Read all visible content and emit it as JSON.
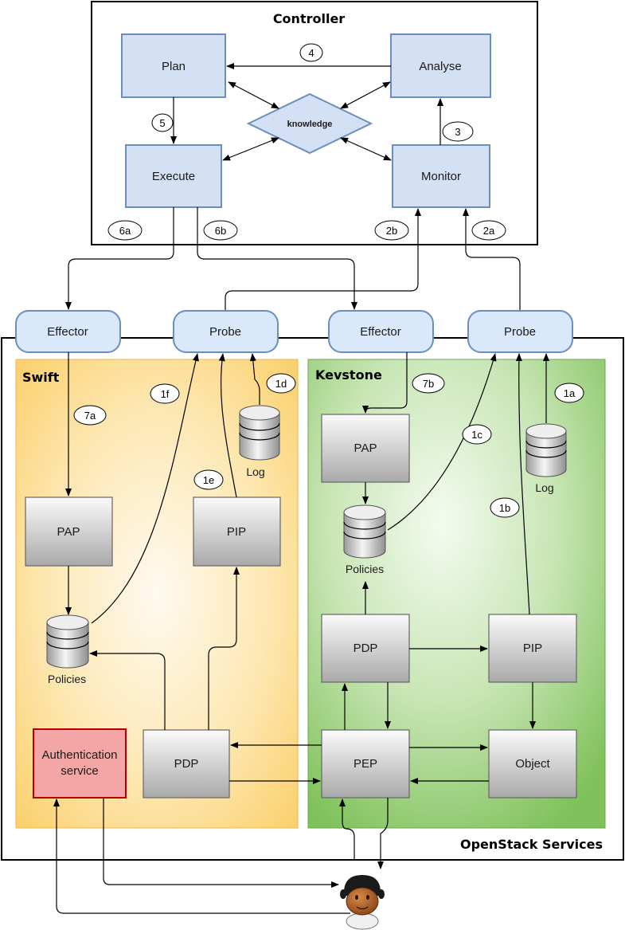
{
  "controller": {
    "title": "Controller",
    "plan": "Plan",
    "analyse": "Analyse",
    "execute": "Execute",
    "monitor": "Monitor",
    "knowledge": "knowledge"
  },
  "services": {
    "title": "OpenStack Services",
    "swift_title": "Swift",
    "keystone_title": "Kevstone"
  },
  "pills": {
    "effector_left": "Effector",
    "probe_left": "Probe",
    "effector_right": "Effector",
    "probe_right": "Probe"
  },
  "swift": {
    "pap": "PAP",
    "pip": "PIP",
    "pdp": "PDP",
    "policies": "Policies",
    "log": "Log",
    "auth_line1": "Authentication",
    "auth_line2": "service"
  },
  "keystone": {
    "pap": "PAP",
    "pip": "PIP",
    "pdp": "PDP",
    "pep": "PEP",
    "object": "Object",
    "policies": "Policies",
    "log": "Log"
  },
  "numbers": {
    "n1a": "1a",
    "n1b": "1b",
    "n1c": "1c",
    "n1d": "1d",
    "n1e": "1e",
    "n1f": "1f",
    "n2a": "2a",
    "n2b": "2b",
    "n3": "3",
    "n4": "4",
    "n5": "5",
    "n6a": "6a",
    "n6b": "6b",
    "n7a": "7a",
    "n7b": "7b"
  },
  "colors": {
    "swift_fill": "#fdd98a",
    "keystone_fill": "#9ccd7c",
    "mapek_fill": "#d4e1f5",
    "auth_fill": "#f4a6a6"
  },
  "icons": {
    "user": "user-icon"
  }
}
